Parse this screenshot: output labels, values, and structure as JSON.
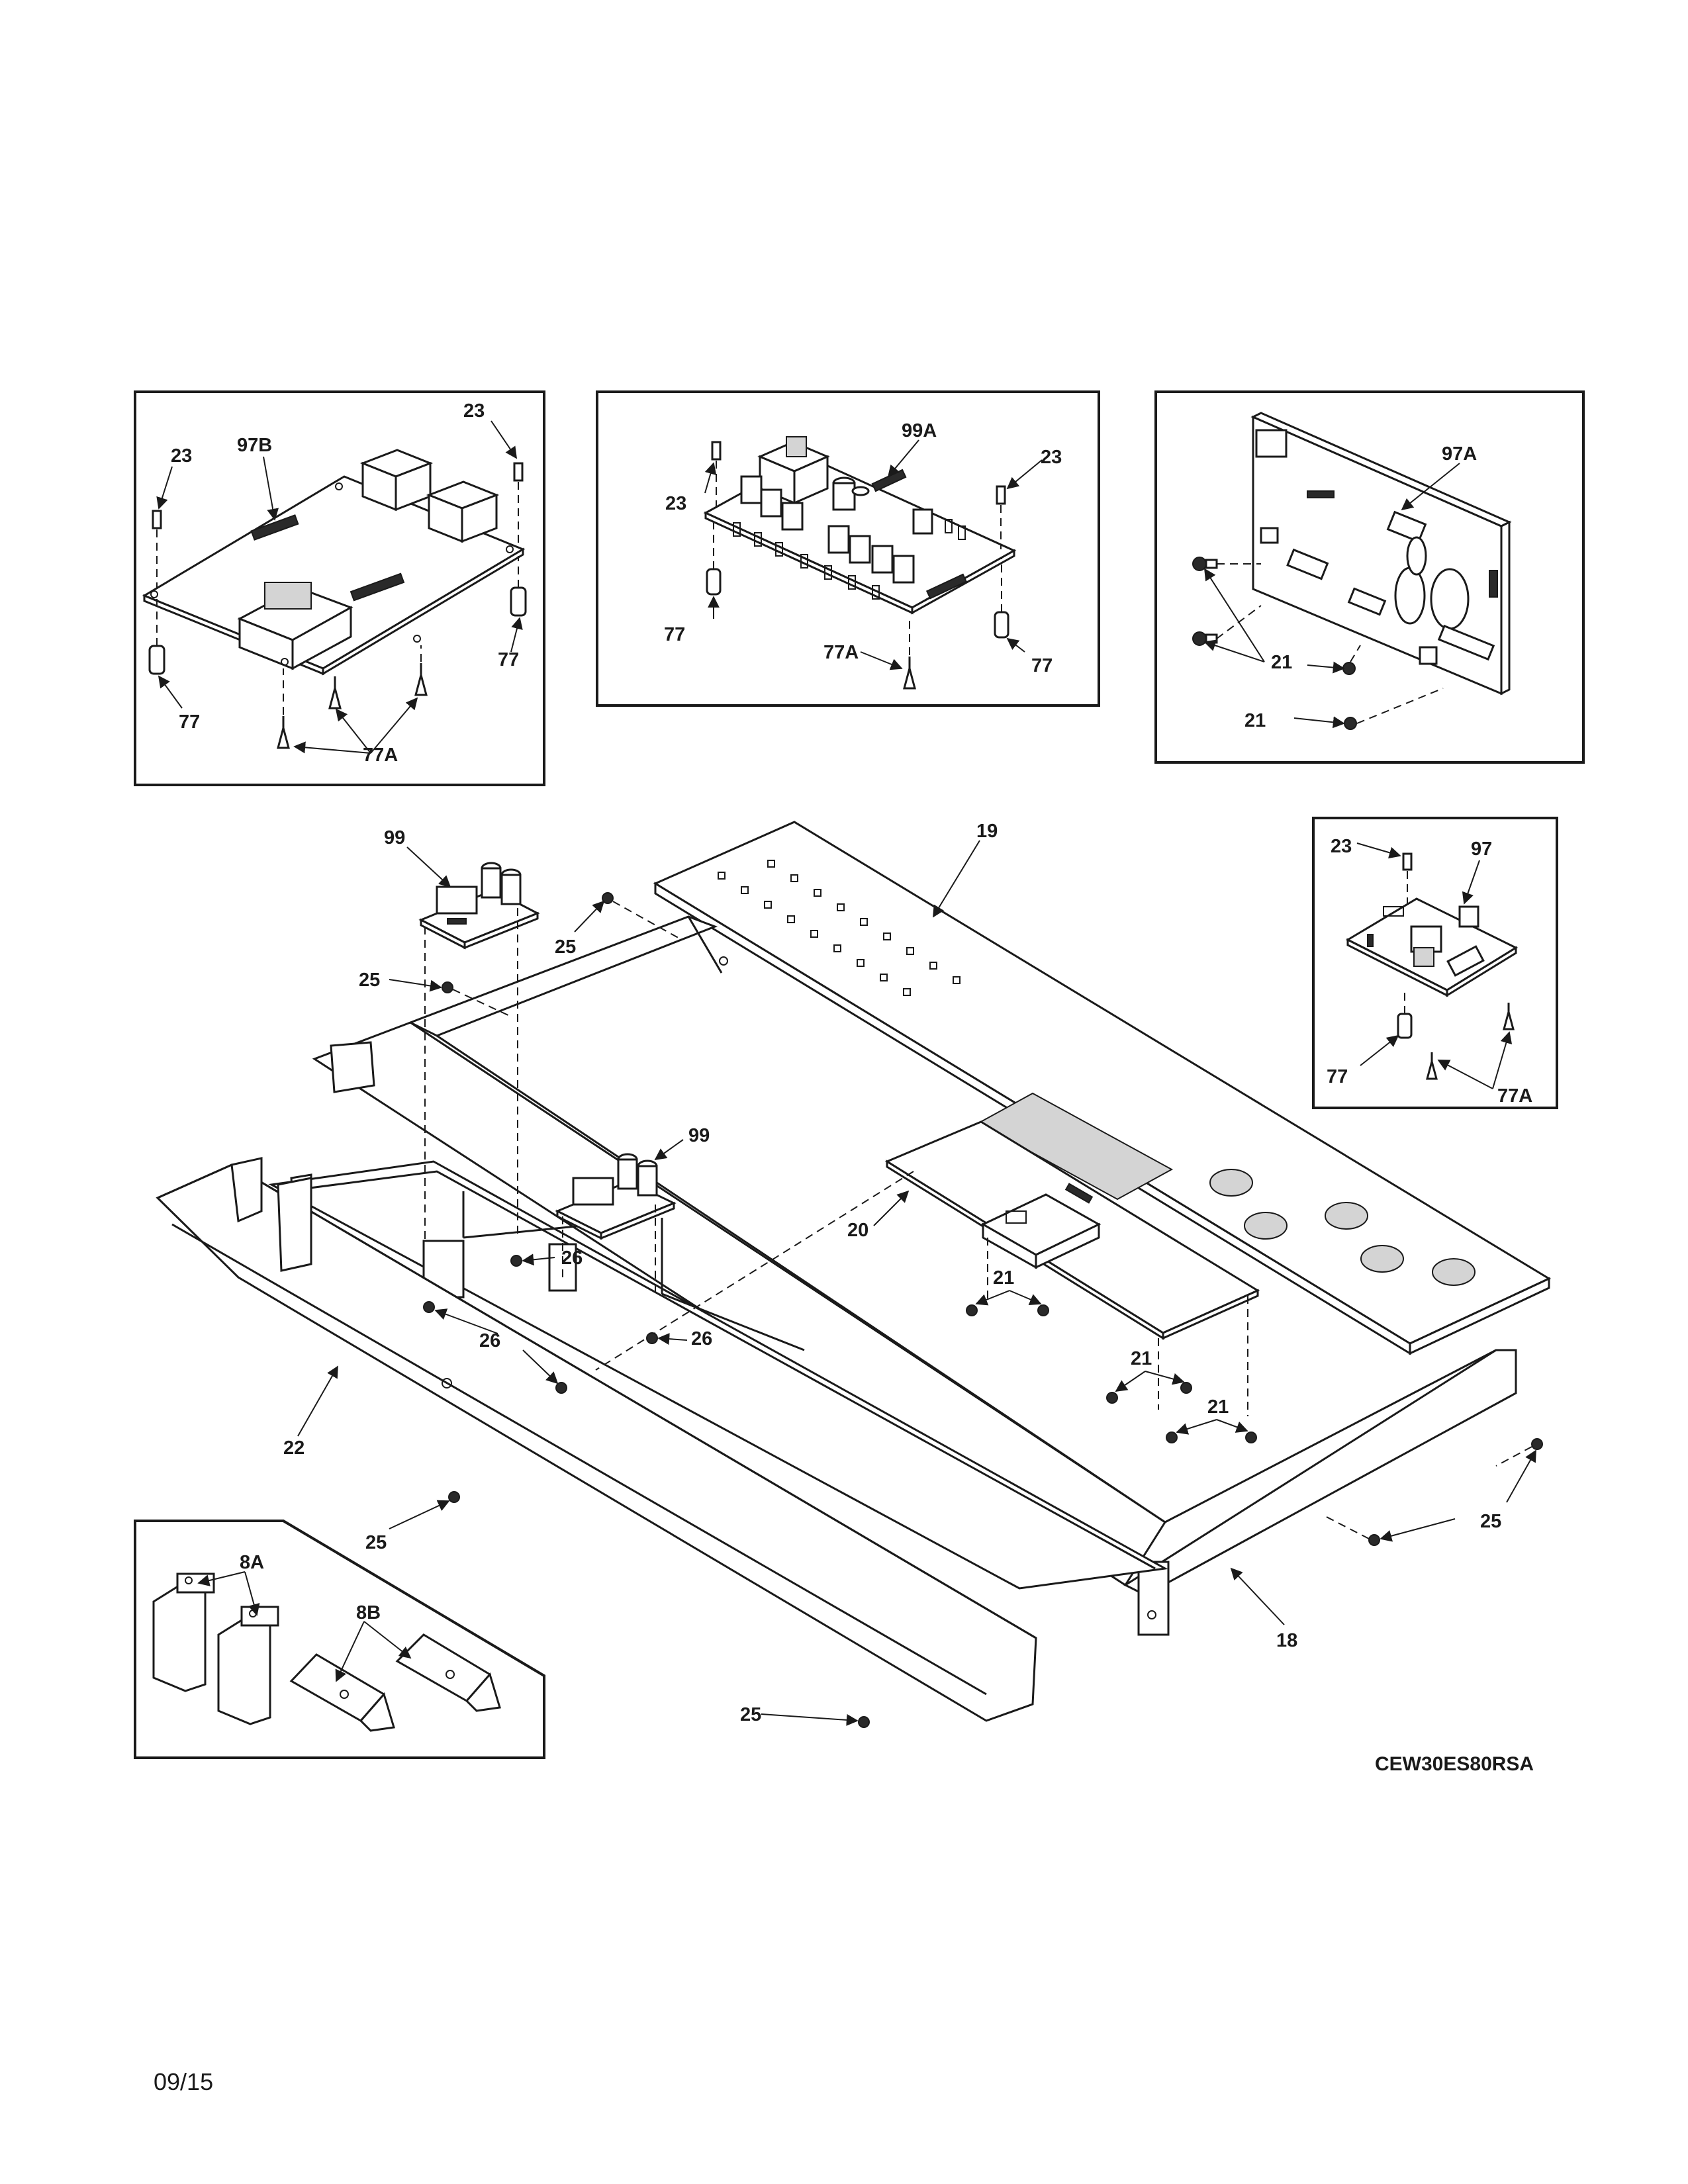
{
  "model_number": "CEW30ES80RSA",
  "date_code": "09/15",
  "callouts": {
    "c_23": "23",
    "c_97B": "97B",
    "c_77": "77",
    "c_77A": "77A",
    "c_99A": "99A",
    "c_97A": "97A",
    "c_21": "21",
    "c_99": "99",
    "c_19": "19",
    "c_25": "25",
    "c_97": "97",
    "c_20": "20",
    "c_26": "26",
    "c_22": "22",
    "c_18": "18",
    "c_8A": "8A",
    "c_8B": "8B"
  }
}
